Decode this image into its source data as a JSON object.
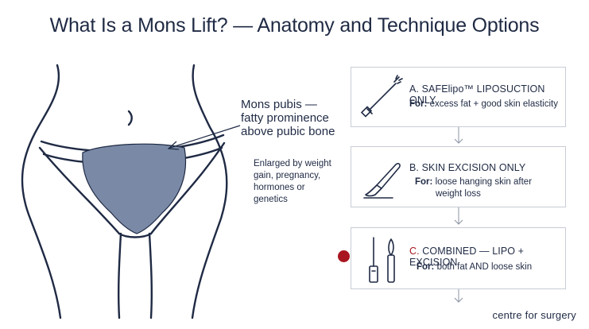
{
  "title": "What Is a Mons Lift? — Anatomy and Technique Options",
  "anatomy": {
    "mons_label_lines": [
      "Mons pubis —",
      "fatty prominence",
      "above pubic bone"
    ],
    "cause_lines": [
      "Enlarged by weight",
      "gain, pregnancy,",
      "hormones or",
      "genetics"
    ],
    "colors": {
      "outline": "#1f2a44",
      "mons_fill": "#7a8aa6"
    }
  },
  "options": [
    {
      "letter": "A.",
      "heading": "SAFElipo™ LIPOSUCTION ONLY",
      "for_label": "For:",
      "for_text": "excess fat + good skin elasticity",
      "icon": "liposuction-cannula-icon"
    },
    {
      "letter": "B.",
      "heading": "SKIN EXCISION ONLY",
      "for_label": "For:",
      "for_text_line1": "loose hanging skin after",
      "for_text_line2": "weight loss",
      "icon": "scalpel-icon"
    },
    {
      "letter": "C.",
      "heading": "COMBINED — LIPO + EXCISION",
      "for_label": "For:",
      "for_text": "both fat AND loose skin",
      "icon": "cannula-and-scalpel-icon",
      "highlighted": true
    }
  ],
  "colors": {
    "accent_red": "#a8161f",
    "card_border": "#c7ccd4",
    "text": "#1f2a44"
  },
  "brand": "centre for surgery"
}
